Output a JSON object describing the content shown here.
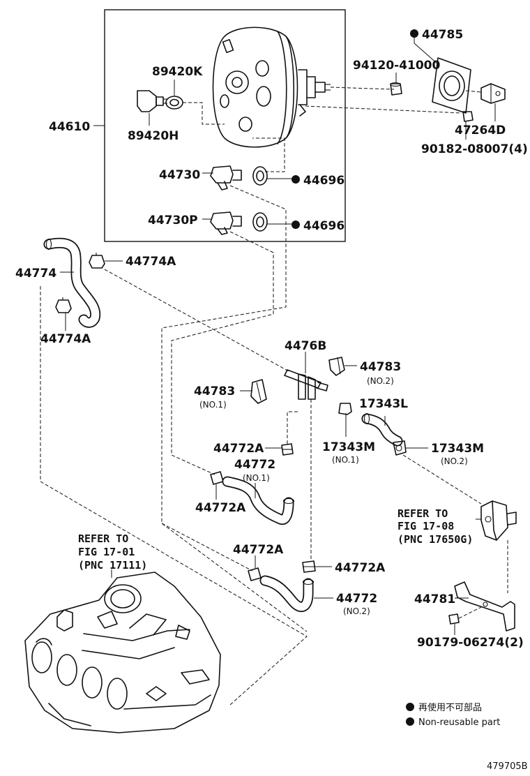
{
  "labels": {
    "p44610": "44610",
    "p89420K": "89420K",
    "p89420H": "89420H",
    "p44785": "44785",
    "p94120": "94120-41000",
    "p47264D": "47264D",
    "p90182": "90182-08007(4)",
    "p44730": "44730",
    "p44696a": "44696",
    "p44730P": "44730P",
    "p44696b": "44696",
    "p44774A_top": "44774A",
    "p44774": "44774",
    "p44774A_bot": "44774A",
    "p4476B": "4476B",
    "p44783_no2": "44783",
    "p44783_no2_sub": "(NO.2)",
    "p44783_no1": "44783",
    "p44783_no1_sub": "(NO.1)",
    "p17343L": "17343L",
    "p17343M_no1": "17343M",
    "p17343M_no1_sub": "(NO.1)",
    "p17343M_no2": "17343M",
    "p17343M_no2_sub": "(NO.2)",
    "p44772A_a": "44772A",
    "p44772_no1": "44772",
    "p44772_no1_sub": "(NO.1)",
    "p44772A_b": "44772A",
    "p44772A_c": "44772A",
    "p44772A_d": "44772A",
    "p44772_no2": "44772",
    "p44772_no2_sub": "(NO.2)",
    "p44781": "44781",
    "p90179": "90179-06274(2)"
  },
  "references": {
    "ref_17_08": {
      "line1": "REFER TO",
      "line2": "FIG 17-08",
      "line3": "(PNC 17650G)"
    },
    "ref_17_01": {
      "line1": "REFER TO",
      "line2": "FIG 17-01",
      "line3": "(PNC 17111)"
    }
  },
  "legend": {
    "line1": "再使用不可部品",
    "line2": "Non-reusable part"
  },
  "figure_code": "479705B"
}
